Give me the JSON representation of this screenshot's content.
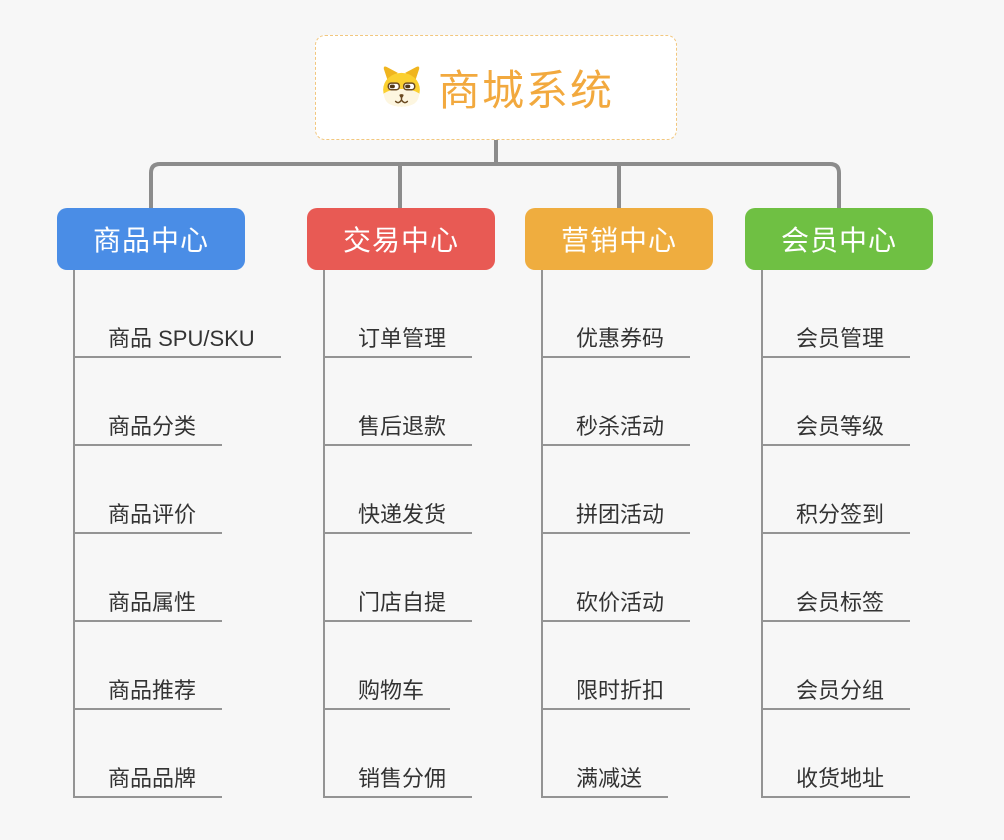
{
  "page": {
    "background": "#F7F7F7",
    "connector_color": "#8C8C8C",
    "line_color": "#949494"
  },
  "root": {
    "title": "商城系统",
    "icon": "dog-face-icon",
    "accent": "#F2A93E",
    "border_color": "#F2C77E"
  },
  "branches": [
    {
      "label": "商品中心",
      "color": "#4A8DE6",
      "children": [
        "商品 SPU/SKU",
        "商品分类",
        "商品评价",
        "商品属性",
        "商品推荐",
        "商品品牌"
      ]
    },
    {
      "label": "交易中心",
      "color": "#E85A54",
      "children": [
        "订单管理",
        "售后退款",
        "快递发货",
        "门店自提",
        "购物车",
        "销售分佣"
      ]
    },
    {
      "label": "营销中心",
      "color": "#EFAD3F",
      "children": [
        "优惠券码",
        "秒杀活动",
        "拼团活动",
        "砍价活动",
        "限时折扣",
        "满减送"
      ]
    },
    {
      "label": "会员中心",
      "color": "#6FC043",
      "children": [
        "会员管理",
        "会员等级",
        "积分签到",
        "会员标签",
        "会员分组",
        "收货地址"
      ]
    }
  ]
}
